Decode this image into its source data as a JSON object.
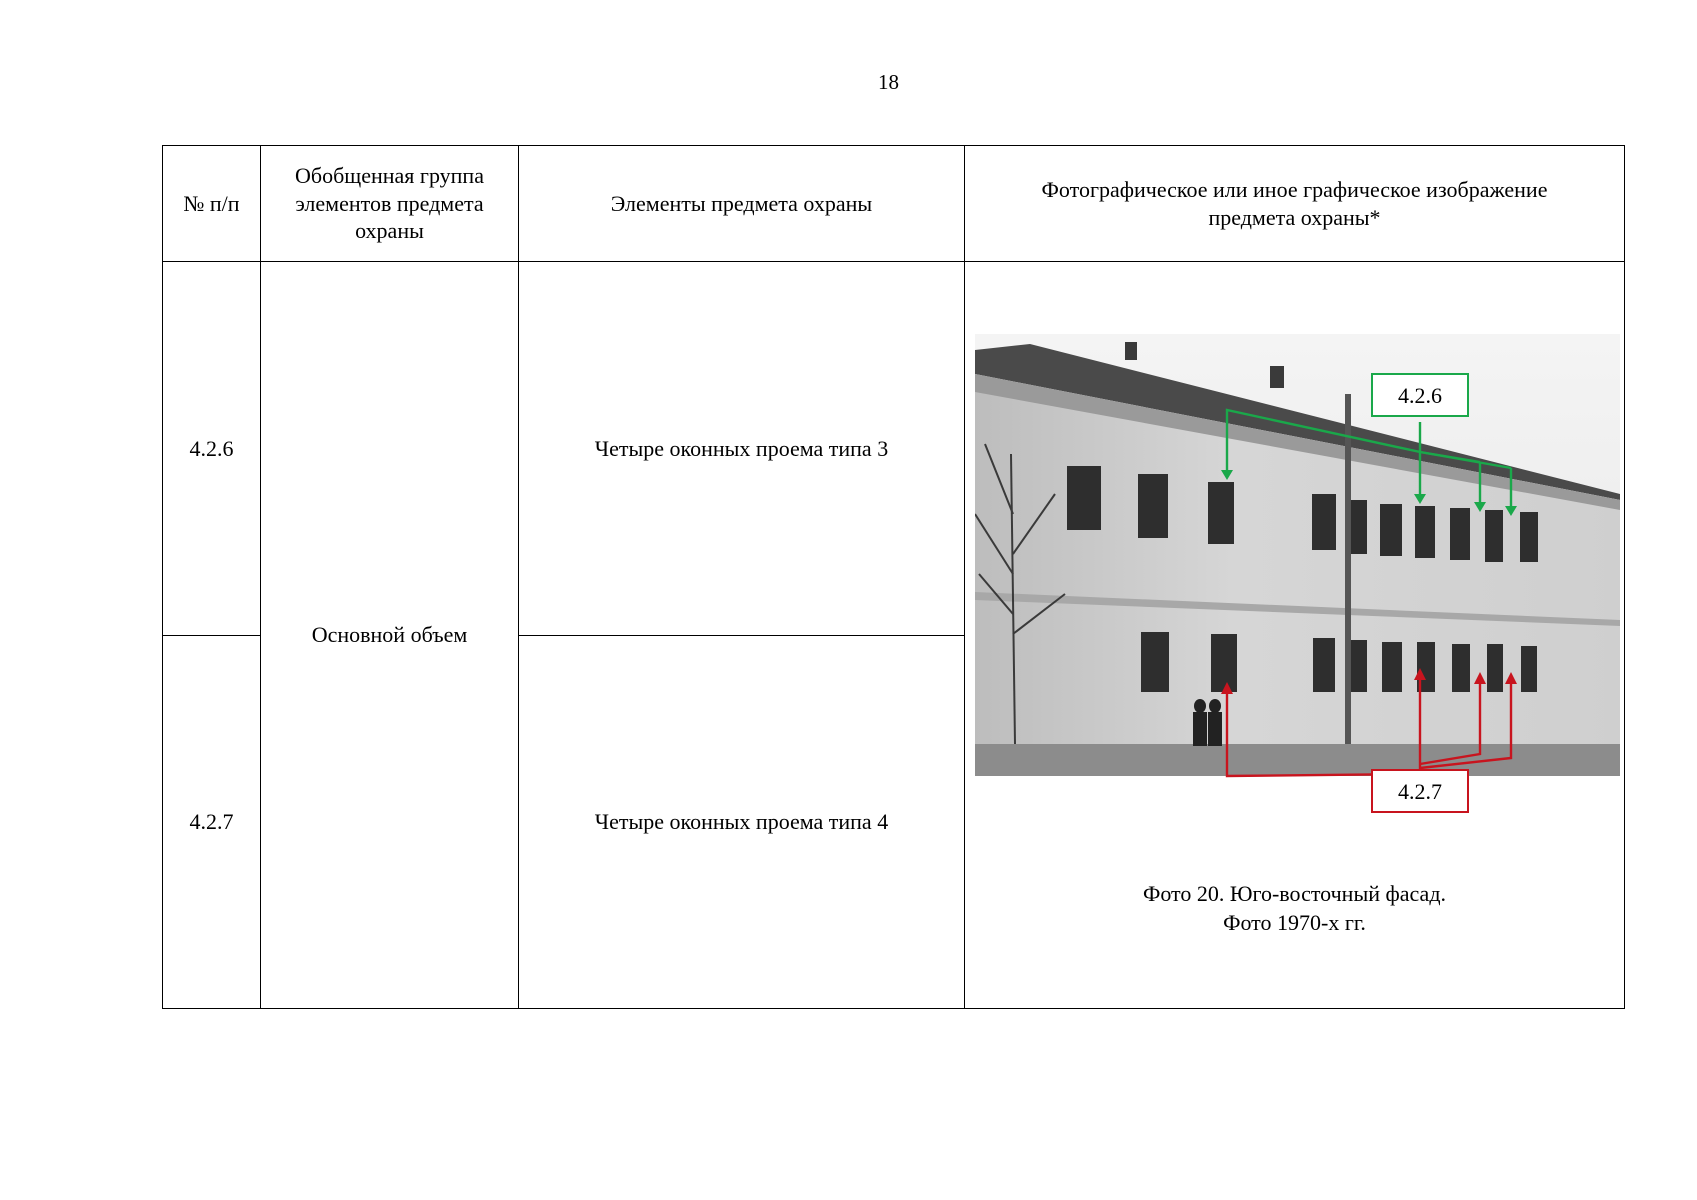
{
  "page": {
    "number": "18"
  },
  "table": {
    "headers": {
      "num": "№ п/п",
      "group": "Обобщенная группа элементов предмета охраны",
      "elements": "Элементы предмета охраны",
      "image": "Фотографическое или иное графическое изображение предмета охраны*"
    },
    "group_value": "Основной объем",
    "rows": [
      {
        "num": "4.2.6",
        "element": "Четыре оконных проема типа 3"
      },
      {
        "num": "4.2.7",
        "element": "Четыре оконных проема типа 4"
      }
    ]
  },
  "photo": {
    "label_top": "4.2.6",
    "label_bottom": "4.2.7",
    "caption_line1": "Фото 20. Юго-восточный фасад.",
    "caption_line2": "Фото 1970-х гг.",
    "colors": {
      "green": "#1aa84a",
      "red": "#c8141e"
    }
  }
}
